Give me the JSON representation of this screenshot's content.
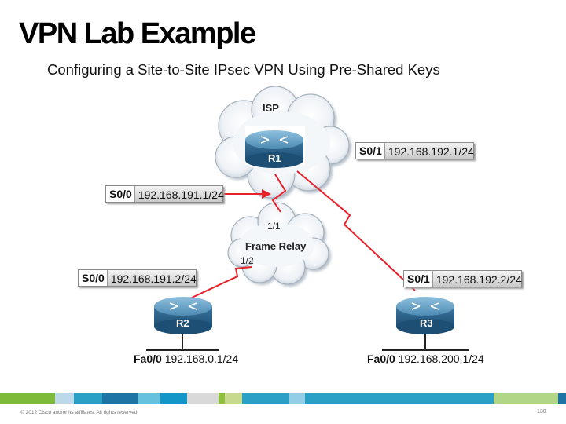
{
  "title": "VPN Lab Example",
  "subtitle": "Configuring a Site-to-Site IPsec VPN Using Pre-Shared Keys",
  "clouds": {
    "isp": "ISP",
    "frame_relay": "Frame Relay",
    "dlci_top": "1/1",
    "dlci_bottom": "1/2"
  },
  "routers": {
    "r1": "R1",
    "r2": "R2",
    "r3": "R3"
  },
  "interfaces": {
    "r1_s0_1": {
      "iface": "S0/1",
      "ip": "192.168.192.1/24"
    },
    "r1_s0_0": {
      "iface": "S0/0",
      "ip": "192.168.191.1/24"
    },
    "r2_s0_0": {
      "iface": "S0/0",
      "ip": "192.168.191.2/24"
    },
    "r3_s0_1": {
      "iface": "S0/1",
      "ip": "192.168.192.2/24"
    },
    "r2_fa0_0": {
      "iface": "Fa0/0",
      "ip": "192.168.0.1/24"
    },
    "r3_fa0_0": {
      "iface": "Fa0/0",
      "ip": "192.168.200.1/24"
    }
  },
  "colors": {
    "link_red": "#e8202a",
    "router_blue": "#3f7fa8",
    "footer": [
      "#7dba3a",
      "#bcd9ea",
      "#2aa0c6",
      "#1e74a5",
      "#66c1de",
      "#1596c9",
      "#d9d9d9",
      "#8fbf3f",
      "#c7d98c",
      "#2aa0c6",
      "#92cfe6",
      "#2aa0c6",
      "#b1d686",
      "#1e74a5"
    ]
  },
  "footer": {
    "copyright": "© 2012 Cisco and/or its affiliates. All rights reserved.",
    "page": "130"
  }
}
